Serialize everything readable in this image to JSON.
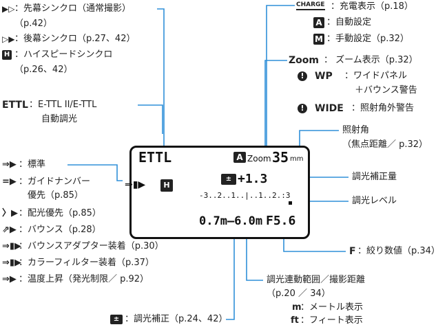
{
  "left": {
    "sync1_label": "：先幕シンクロ（通常撮影）",
    "sync1_page": "（p.42）",
    "sync2_label": "：後幕シンクロ（p.27、42）",
    "sync3_label": "：ハイスピードシンクロ",
    "sync3_page": "（p.26、42）",
    "ettl_key": "ETTL",
    "ettl_label": "：E-TTL II/E-TTL",
    "ettl_label2": "自動調光",
    "m1": "：標準",
    "m2": "：ガイドナンバー",
    "m2b": "優先（p.85）",
    "m3": "：配光優先（p.85）",
    "m4": "：バウンス（p.28）",
    "m5": "：バウンスアダプター装着（p.30）",
    "m6": "：カラーフィルター装着（p.37）",
    "m7": "：温度上昇（発光制限／ p.92）"
  },
  "right": {
    "charge_icon": "CHARGE",
    "charge_label": "：充電表示（p.18）",
    "auto_icon": "A",
    "auto_label": "：自動設定",
    "manual_icon": "M",
    "manual_label": "：手動設定（p.32）",
    "zoom_key": "Zoom",
    "zoom_label": "： ズーム表示（p.32）",
    "wp_key": "WP",
    "wp_label": "：ワイドパネル",
    "wp_label2": "＋バウンス警告",
    "wide_key": "WIDE",
    "wide_label": "：照射角外警告",
    "angle_label": "照射角",
    "angle_label2": "（焦点距離／ p.32）",
    "fec_amount_label": "調光補正量",
    "level_label": "調光レベル",
    "f_key": "F",
    "f_label": "：絞り数値（p.34）",
    "range_label": "調光連動範囲／撮影距離",
    "range_page": "（p.20 ／ 34）",
    "m_key": "m",
    "m_label": "：メートル表示",
    "ft_key": "ft",
    "ft_label": "：フィート表示"
  },
  "bottom": {
    "fec_label": "：調光補正（p.24、42）"
  },
  "lcd": {
    "ettl": "ETTL",
    "auto": "A",
    "zoom": "Zoom",
    "focal": "35",
    "unit": "mm",
    "fec": "+1.3",
    "scale": "-3..2..1..|..1..2.:3",
    "range": "0.7m–6.0m",
    "fnum": "F5.6",
    "hs": "H"
  },
  "colors": {
    "leader": "#2f8fd8",
    "text": "#222222"
  }
}
